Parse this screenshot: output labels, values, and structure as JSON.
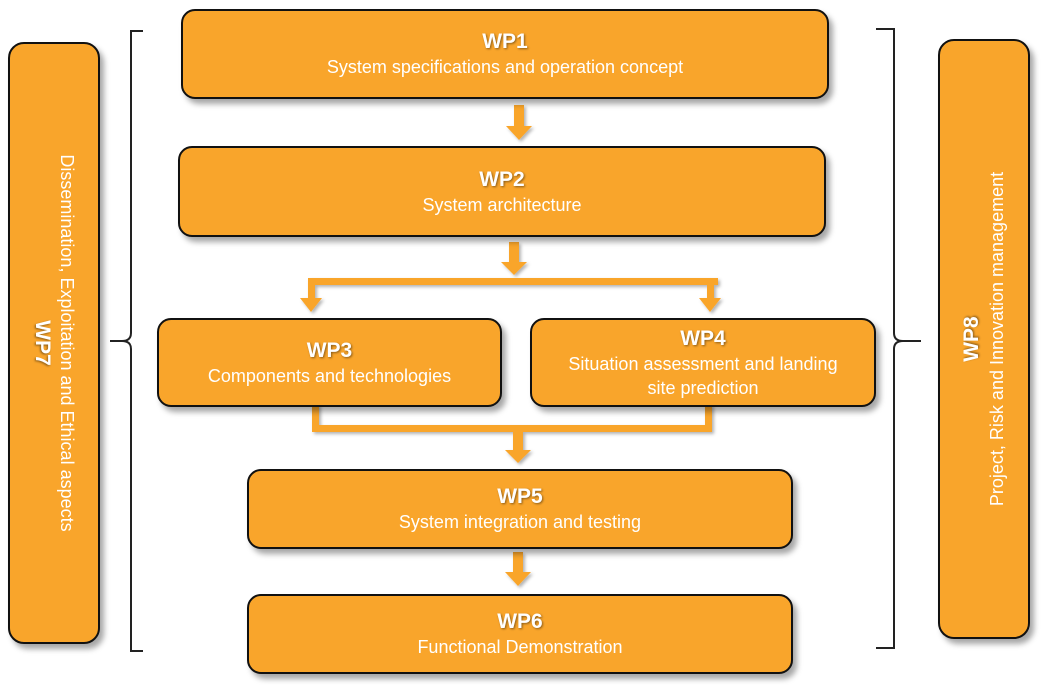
{
  "diagram": {
    "colors": {
      "box_fill": "#F9A52B",
      "box_border": "#111111",
      "text": "#FFFFFF",
      "connector": "#F9A52B",
      "brace": "#222222"
    },
    "work_packages": [
      {
        "id": "WP1",
        "description": "System specifications and operation concept"
      },
      {
        "id": "WP2",
        "description": "System architecture"
      },
      {
        "id": "WP3",
        "description": "Components and technologies"
      },
      {
        "id": "WP4",
        "description": "Situation assessment and landing site prediction"
      },
      {
        "id": "WP5",
        "description": "System integration and testing"
      },
      {
        "id": "WP6",
        "description": "Functional Demonstration"
      },
      {
        "id": "WP7",
        "description": "Dissemination, Exploitation and Ethical aspects"
      },
      {
        "id": "WP8",
        "description": "Project, Risk and Innovation management"
      }
    ],
    "flows": [
      {
        "from": "WP1",
        "to": "WP2"
      },
      {
        "from": "WP2",
        "to": "WP3"
      },
      {
        "from": "WP2",
        "to": "WP4"
      },
      {
        "from": "WP3",
        "to": "WP5"
      },
      {
        "from": "WP4",
        "to": "WP5"
      },
      {
        "from": "WP5",
        "to": "WP6"
      }
    ],
    "brackets": [
      {
        "owner": "WP7",
        "spans": [
          "WP1",
          "WP2",
          "WP3",
          "WP4",
          "WP5",
          "WP6"
        ],
        "side": "left"
      },
      {
        "owner": "WP8",
        "spans": [
          "WP1",
          "WP2",
          "WP3",
          "WP4",
          "WP5",
          "WP6"
        ],
        "side": "right"
      }
    ]
  }
}
